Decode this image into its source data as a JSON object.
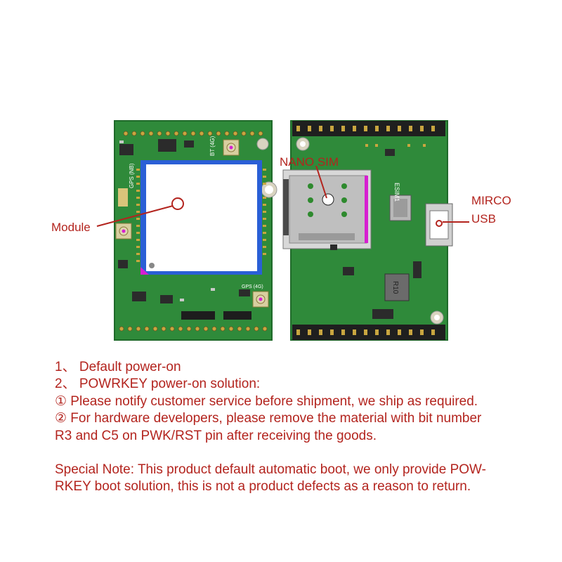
{
  "callouts": {
    "module": "Module",
    "nano_sim": "NANO SIM",
    "usb_line1": "MIRCO",
    "usb_line2": "USB"
  },
  "board_labels": {
    "esim": "ESIM1",
    "r10": "R10",
    "gps_nb": "GPS (NB)",
    "bt": "BT (4G)",
    "gps_4g": "GPS (4G)"
  },
  "notes": {
    "line1": "1、 Default power-on",
    "line2": "2、 POWRKEY power-on solution:",
    "line3": "① Please notify customer service before shipment, we ship as required.",
    "line4": "② For hardware developers, please remove the material with bit number",
    "line5": "R3 and C5 on PWK/RST pin after receiving the goods.",
    "special1": "Special Note: This product default automatic boot, we only provide POW-",
    "special2": "RKEY boot solution, this is not a product defects as a reason to return."
  },
  "colors": {
    "pcb_green": "#2f8a3a",
    "text_red": "#b3241e",
    "module_border": "#2a5fd6",
    "pad_magenta": "#d61fd0"
  }
}
